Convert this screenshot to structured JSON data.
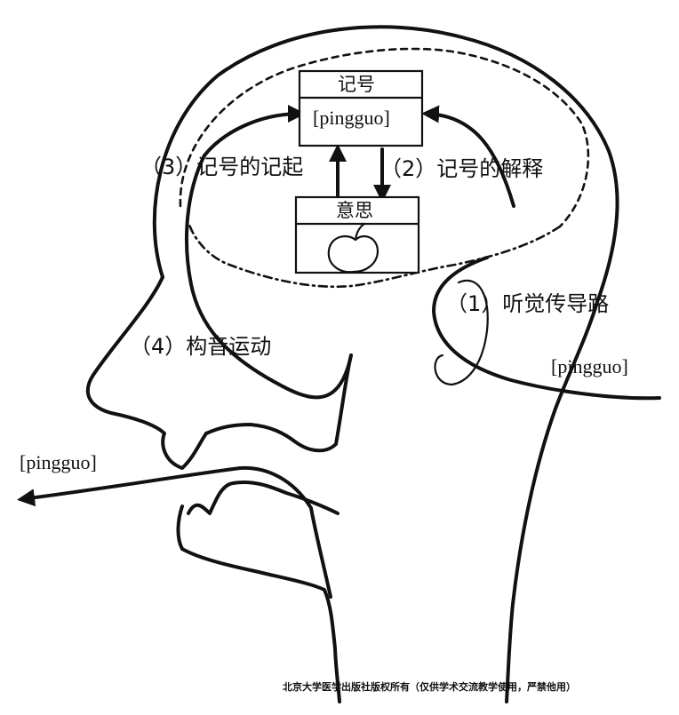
{
  "symbol_box": {
    "title": "记号",
    "content": "[pingguo]"
  },
  "meaning_box": {
    "title": "意思",
    "content_icon": "apple-icon"
  },
  "steps": {
    "step1": "（1）听觉传导路",
    "step2": "（2）记号的解释",
    "step3": "（3）记号的记起",
    "step4": "（4）构音运动"
  },
  "sound_in": "[pingguo]",
  "sound_out": "[pingguo]",
  "copyright": "北京大学医学出版社版权所有（仅供学术交流教学使用，严禁他用）"
}
